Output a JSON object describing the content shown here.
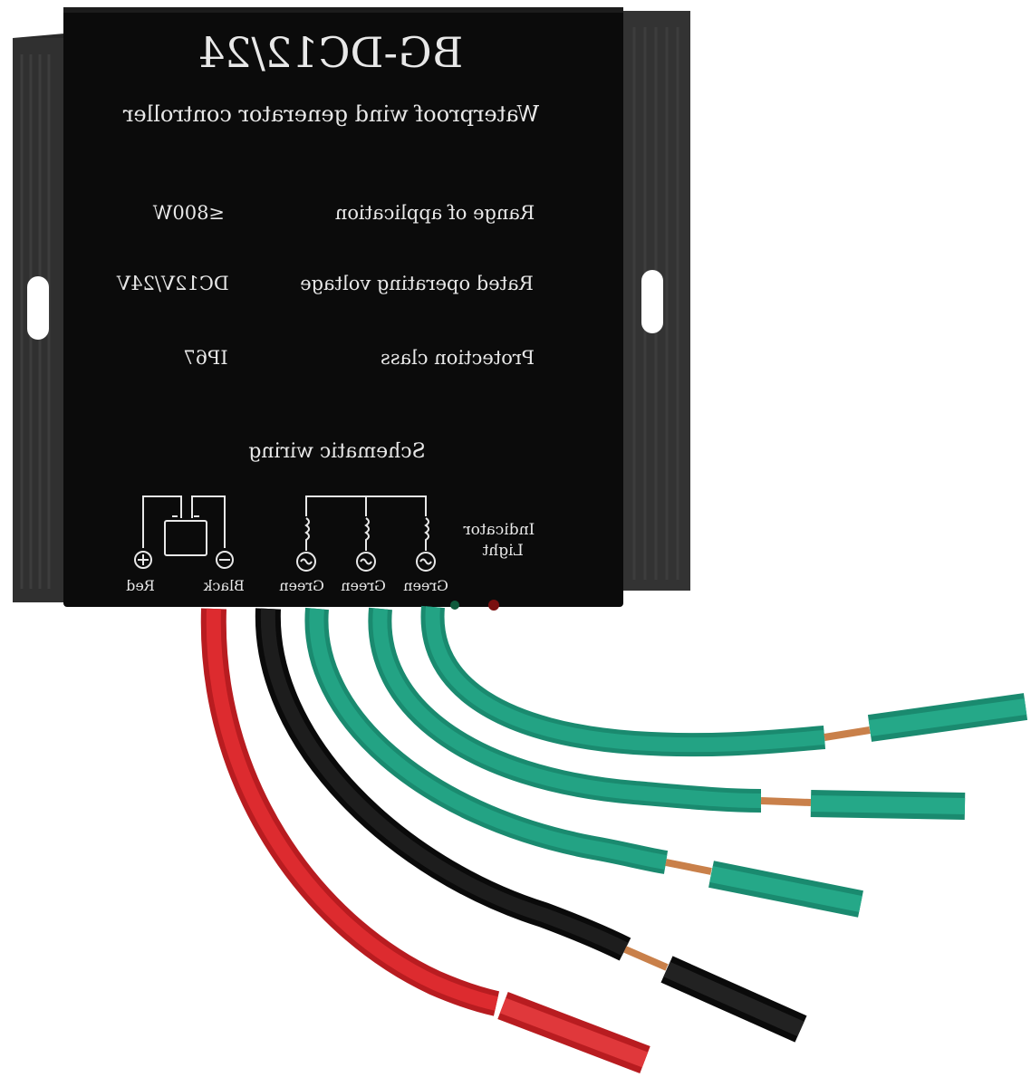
{
  "device": {
    "model": "BG-DC12/24",
    "subtitle": "Waterproof wind generator controller",
    "specs": [
      {
        "label": "Range of application",
        "value": "≤800W"
      },
      {
        "label": "Rated operating voltage",
        "value": "DC12V/24V"
      },
      {
        "label": "Protection class",
        "value": "IP67"
      }
    ],
    "schematic_title": "Schematic wiring",
    "indicator_label_line1": "Indicator",
    "indicator_label_line2": "Light",
    "wire_labels": [
      "Red",
      "Black",
      "Green",
      "Green",
      "Green"
    ]
  },
  "colors": {
    "body": "#0b0b0b",
    "heatsink": "#2c2c2c",
    "wire_red": "#d8262a",
    "wire_black": "#141414",
    "wire_green": "#1f9a7c",
    "copper": "#c9804a"
  }
}
